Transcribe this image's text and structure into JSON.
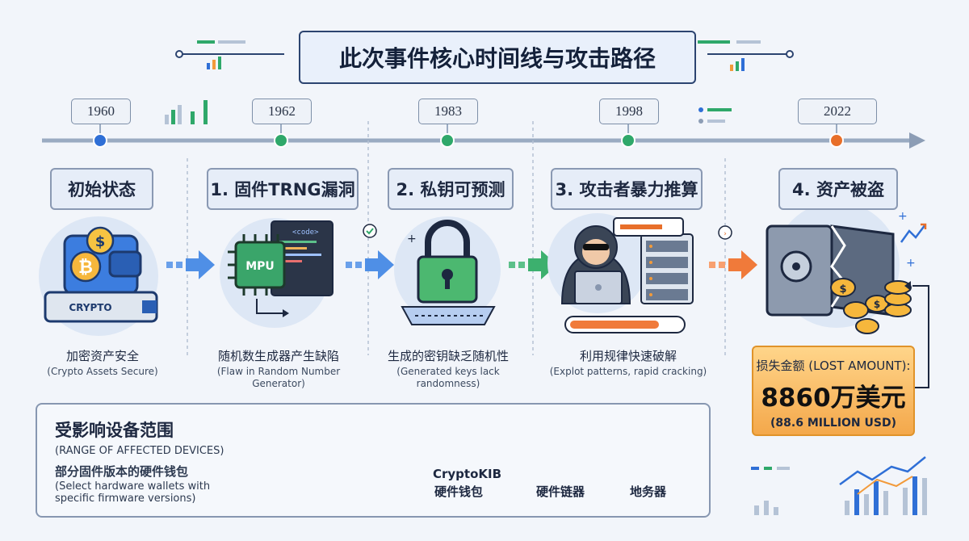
{
  "title": "此次事件核心时间线与攻击路径",
  "years": [
    "1960",
    "1962",
    "1983",
    "1998",
    "2022"
  ],
  "stages": [
    "初始状态",
    "1. 固件TRNG漏洞",
    "2. 私钥可预测",
    "3. 攻击者暴力推算",
    "4. 资产被盗"
  ],
  "captions": [
    {
      "zh": "加密资产安全",
      "en": "(Crypto Assets Secure)"
    },
    {
      "zh": "随机数生成器产生缺陷",
      "en": "(Flaw in Random Number Generator)"
    },
    {
      "zh": "生成的密钥缺乏随机性",
      "en": "(Generated keys lack randomness)"
    },
    {
      "zh": "利用规律快速破解",
      "en": "(Explot patterns, rapid cracking)"
    }
  ],
  "illustration_text": {
    "wallet_device": "CRYPTO",
    "chip": "MPU",
    "code_tag": "<code>"
  },
  "loss": {
    "label": "损失金额 (LOST AMOUNT):",
    "amount": "8860万美元",
    "amount_en": "(88.6 MILLION USD)"
  },
  "devices": {
    "title": "受影响设备范围",
    "title_en": "(RANGE OF AFFECTED DEVICES)",
    "subtitle": "部分固件版本的硬件钱包",
    "subtitle_en": "(Select hardware wallets with specific firmware versions)",
    "label_crypto": "CryptoKIB",
    "label_crypto2": "硬件钱包",
    "label_keys": "硬件链器",
    "label_server": "地务器"
  },
  "colors": {
    "timeline": "#7d8ea8",
    "blue_dot": "#2f6fd6",
    "green_dot": "#2fa86a",
    "orange_dot": "#e86f2a",
    "accent_loss": "#f4a84b"
  }
}
